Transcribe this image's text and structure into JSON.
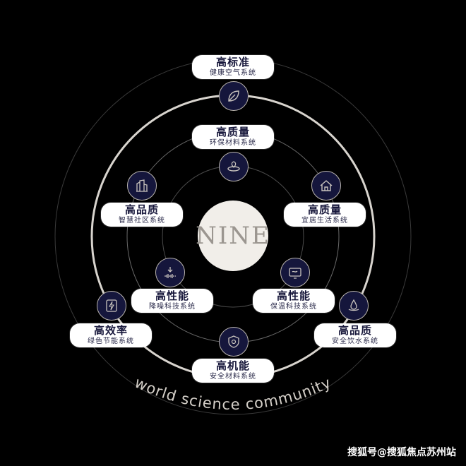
{
  "center": {
    "logo_text": "NINE"
  },
  "curved_text": "world science community",
  "watermark": "搜狐号@搜狐焦点苏州站",
  "labels": {
    "standard": {
      "title": "高标准",
      "subtitle": "健康空气系统"
    },
    "quality_materials": {
      "title": "高质量",
      "subtitle": "环保材料系统"
    },
    "quality_living": {
      "title": "高质量",
      "subtitle": "宜居生活系统"
    },
    "quality_community": {
      "title": "高品质",
      "subtitle": "智慧社区系统"
    },
    "perf_noise": {
      "title": "高性能",
      "subtitle": "降噪科技系统"
    },
    "perf_insulation": {
      "title": "高性能",
      "subtitle": "保温科技系统"
    },
    "efficiency": {
      "title": "高效率",
      "subtitle": "绿色节能系统"
    },
    "quality_water": {
      "title": "高品质",
      "subtitle": "安全饮水系统"
    },
    "mechanical": {
      "title": "高机能",
      "subtitle": "安全材料系统"
    }
  },
  "icons": [
    "leaf-icon",
    "materials-icon",
    "building-icon",
    "house-icon",
    "noise-icon",
    "insulation-icon",
    "energy-icon",
    "water-icon",
    "shield-icon"
  ],
  "colors": {
    "background": "#000000",
    "ring": "#d8d4ce",
    "icon_bg": "#15163c",
    "label_text": "#16163a"
  }
}
